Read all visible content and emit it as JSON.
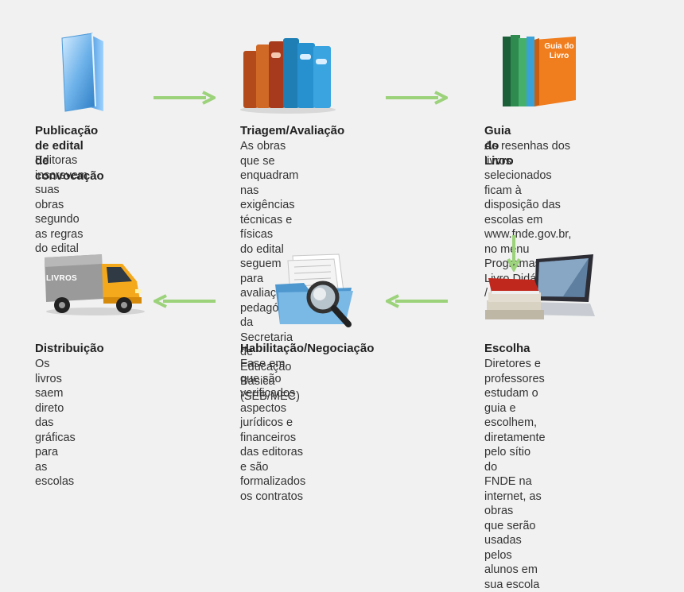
{
  "steps": [
    {
      "id": "publicacao",
      "title": "Publicação de edital\nde convocação",
      "description": "Editoras inscrevem suas\nobras segundo as regras\ndo edital",
      "icon": "folder-icon"
    },
    {
      "id": "triagem",
      "title": "Triagem/Avaliação",
      "description": "As obras que se enquadram\nnas exigências técnicas e físicas\ndo edital seguem para avaliação\npedagógica da Secretaria de\nEducação Básica (SEB/MEC)",
      "icon": "books-icon"
    },
    {
      "id": "guia",
      "title": "Guia do Livro",
      "description": "As resenhas dos livros\nselecionados ficam à\ndisposição das escolas em\nwww.fnde.gov.br, no menu\nProgramas / Livro Didático\n/ Guia do Livro",
      "icon": "guide-book-icon",
      "icon_label": "Guia do\nLivro"
    },
    {
      "id": "escolha",
      "title": "Escolha",
      "description": "Diretores e professores\nestudam o guia e escolhem,\ndiretamente pelo sítio do\nFNDE na internet, as obras\nque serão usadas pelos\nalunos em sua escola",
      "icon": "laptop-books-icon"
    },
    {
      "id": "habilitacao",
      "title": "Habilitação/Negociação",
      "description": "Fase em que são verificados\naspectos jurídicos e financeiros\ndas editoras e são formalizados\nos contratos",
      "icon": "folder-magnifier-icon"
    },
    {
      "id": "distribuicao",
      "title": "Distribuição",
      "description": "Os livros saem direto\ndas gráficas para\nas escolas",
      "icon": "truck-icon",
      "icon_label": "LIVROS"
    }
  ],
  "colors": {
    "arrow": "#9bd27a",
    "background": "#f1f1f1"
  }
}
